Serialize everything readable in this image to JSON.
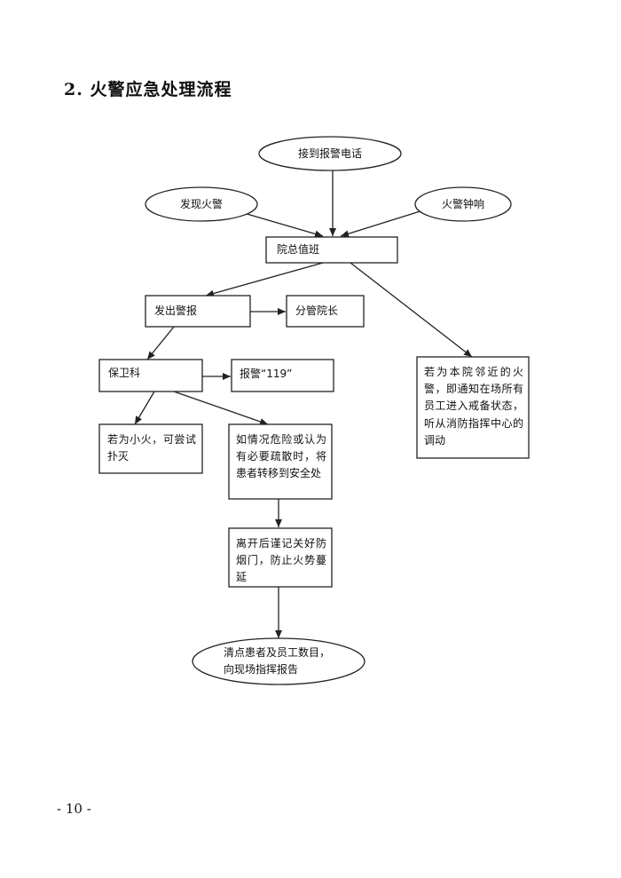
{
  "title": "2. 火警应急处理流程",
  "page_number": "- 10 -",
  "nodes": {
    "receive_call": "接到报警电话",
    "discover_fire": "发现火警",
    "alarm_bell": "火警钟响",
    "duty_office": "院总值班",
    "issue_alarm": "发出警报",
    "vice_president": "分管院长",
    "security": "保卫科",
    "call_119": "报警“119”",
    "small_fire": "若为小火，可尝试扑灭",
    "evacuate": "如情况危险或认为有必要疏散时，将患者转移到安全处",
    "close_doors": "离开后谨记关好防烟门，防止火势蔓延",
    "headcount": "清点患者及员工数目，向现场指挥报告",
    "neighbor_hospital": "若为本院邻近的火警，即通知在场所有员工进入戒备状态，听从消防指挥中心的调动"
  }
}
